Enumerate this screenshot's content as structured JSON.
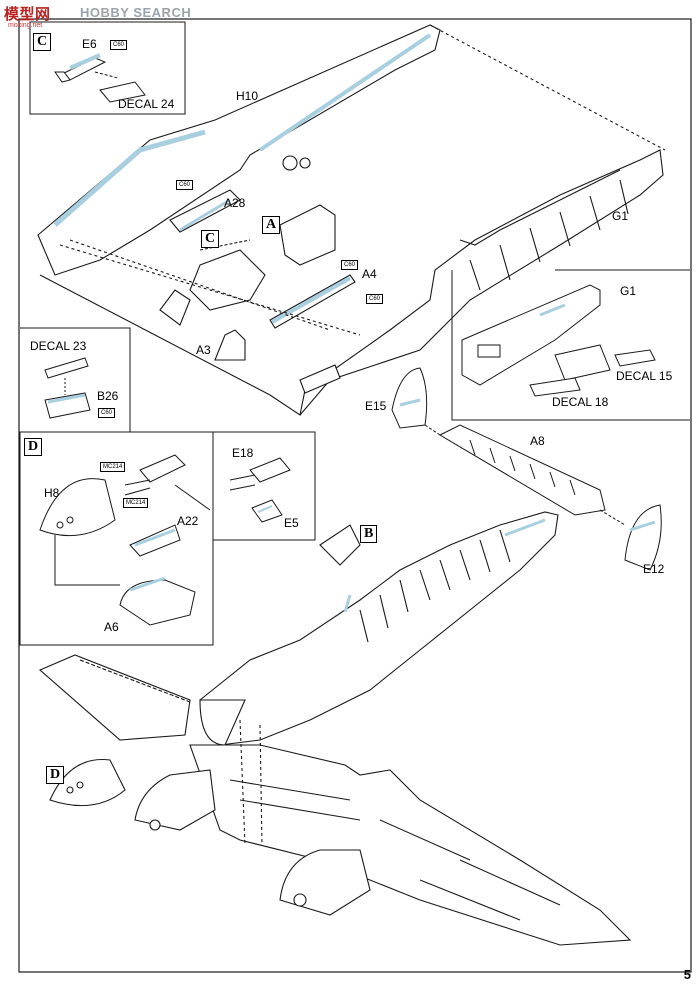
{
  "watermark": {
    "site_cn": "模型网",
    "brand": "HOBBY SEARCH",
    "url": "moxing.net"
  },
  "page_number": "5",
  "colors": {
    "line": "#1a1a1a",
    "highlight": "#a8cfe0"
  },
  "step_markers": {
    "c": "C",
    "a": "A",
    "b": "B",
    "d": "D"
  },
  "inset_c": {
    "part": "E6",
    "paint": "C60",
    "decal": "DECAL 24"
  },
  "inset_d": {
    "parts": [
      "H8",
      "A22",
      "A6",
      "E18",
      "E5"
    ],
    "paints": [
      "MC214",
      "MC214"
    ]
  },
  "fuselage_callouts": {
    "h10": "H10",
    "a28": "A28",
    "a4": "A4",
    "a3": "A3",
    "g1": "G1",
    "c60_a": "C60",
    "c60_b": "C60",
    "c60_c": "C60"
  },
  "decal_detail": {
    "decal_23": "DECAL 23",
    "b26": "B26",
    "c60": "C60"
  },
  "tail_detail": {
    "g1": "G1",
    "decal_15": "DECAL 15",
    "decal_18": "DECAL 18"
  },
  "tailplane": {
    "e15": "E15",
    "a8": "A8",
    "e12": "E12"
  }
}
